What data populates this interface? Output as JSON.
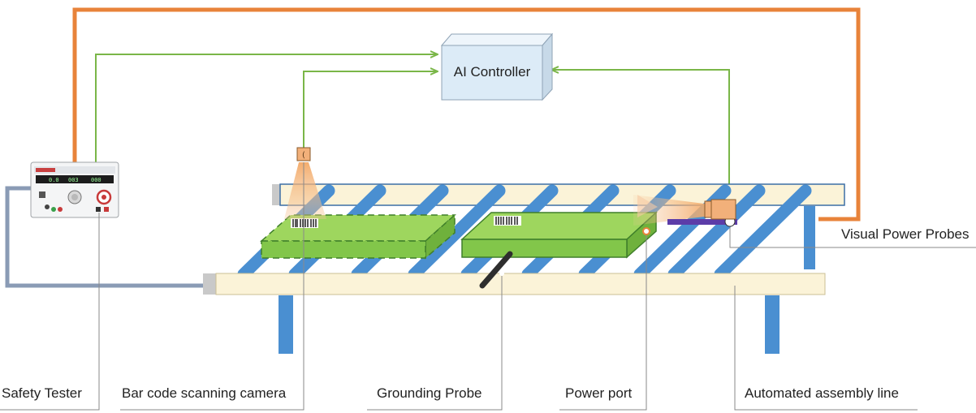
{
  "controller": {
    "label": "AI Controller"
  },
  "labels": {
    "safety_tester": "Safety Tester",
    "barcode_camera": "Bar code scanning camera",
    "grounding_probe": "Grounding Probe",
    "power_port": "Power port",
    "assembly_line": "Automated assembly line",
    "visual_power_probes": "Visual Power Probes"
  },
  "tester_display": {
    "d1": "0.0",
    "d2": "003",
    "d3": "000"
  },
  "colors": {
    "signal_line": "#7ab648",
    "power_line": "#e8833a",
    "ground_line": "#8a9bb5",
    "conveyor_roller": "#4a8fd1",
    "conveyor_rail": "#fbf3d8",
    "product": "#8bd14f",
    "controller_box": "#dcebf7"
  }
}
